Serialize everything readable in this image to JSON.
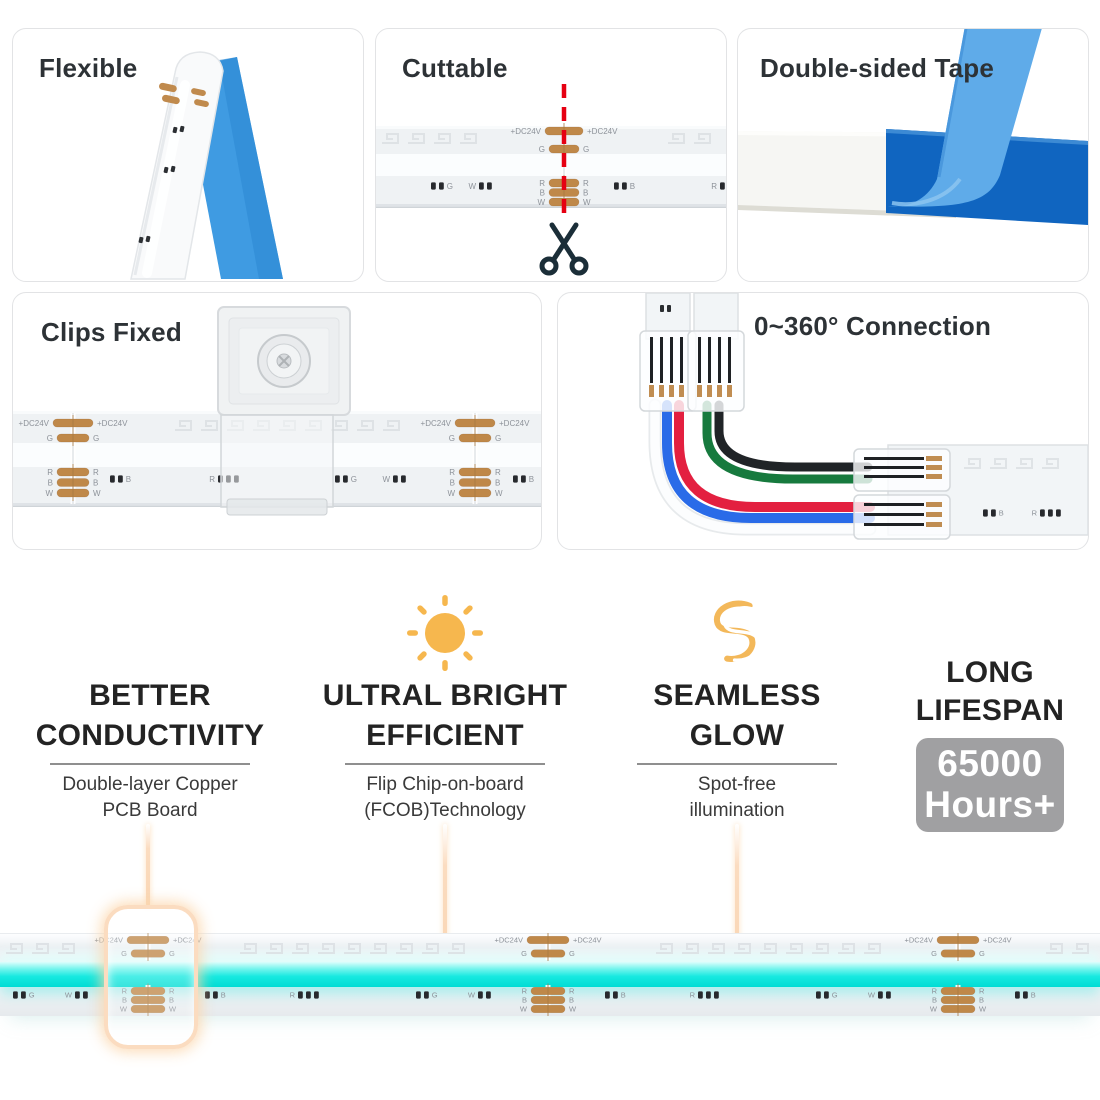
{
  "page": {
    "background": "#ffffff"
  },
  "cards": {
    "flexible": {
      "title": "Flexible"
    },
    "cuttable": {
      "title": "Cuttable"
    },
    "double_sided_tape": {
      "title": "Double-sided Tape"
    },
    "clips_fixed": {
      "title": "Clips Fixed"
    },
    "connection": {
      "title": "0~360° Connection"
    }
  },
  "strip_labels": {
    "power": "+DC24V",
    "green": "G",
    "red": "R",
    "blue": "B",
    "white": "W"
  },
  "chip_pattern": [
    {
      "label_key": "blue",
      "count": 2,
      "side": "right"
    },
    {
      "label_key": "red",
      "count": 3,
      "side": "left"
    },
    {
      "label_key": "green",
      "count": 2,
      "side": "right"
    },
    {
      "label_key": "white",
      "count": 2,
      "side": "left"
    }
  ],
  "features": [
    {
      "id": "better-conductivity",
      "icon": null,
      "title_lines": [
        "BETTER",
        "CONDUCTIVITY"
      ],
      "subtitle_lines": [
        "Double-layer Copper",
        "PCB Board"
      ]
    },
    {
      "id": "ultra-bright",
      "icon": "sun-icon",
      "title_lines": [
        "ULTRAL BRIGHT",
        "EFFICIENT"
      ],
      "subtitle_lines": [
        "Flip Chip-on-board",
        "(FCOB)Technology"
      ]
    },
    {
      "id": "seamless-glow",
      "icon": "seamless-glow-icon",
      "title_lines": [
        "SEAMLESS",
        "GLOW"
      ],
      "subtitle_lines": [
        "Spot-free",
        "illumination"
      ]
    },
    {
      "id": "long-lifespan",
      "icon": null,
      "title_lines": [
        "LONG",
        "LIFESPAN"
      ],
      "badge_lines": [
        "65000",
        "Hours+"
      ]
    }
  ],
  "colors": {
    "accent_cyan": "#12e7df",
    "copper_pad": "#bf8849",
    "strip_label_gray": "#8d9299",
    "tape_blue_dark": "#1065c0",
    "tape_blue_light": "#5fabe9",
    "ribbon_blue": "#3f9be2",
    "cut_line_red": "#e60012",
    "scissors_navy": "#1b2e38",
    "icon_amber": "#f6b74e",
    "badge_gray": "#a0a0a2",
    "wire_blue": "#2a6be8",
    "wire_red": "#e32040",
    "wire_green": "#177a3e",
    "wire_black": "#202427",
    "callout_peach": "#fbdcc0"
  }
}
